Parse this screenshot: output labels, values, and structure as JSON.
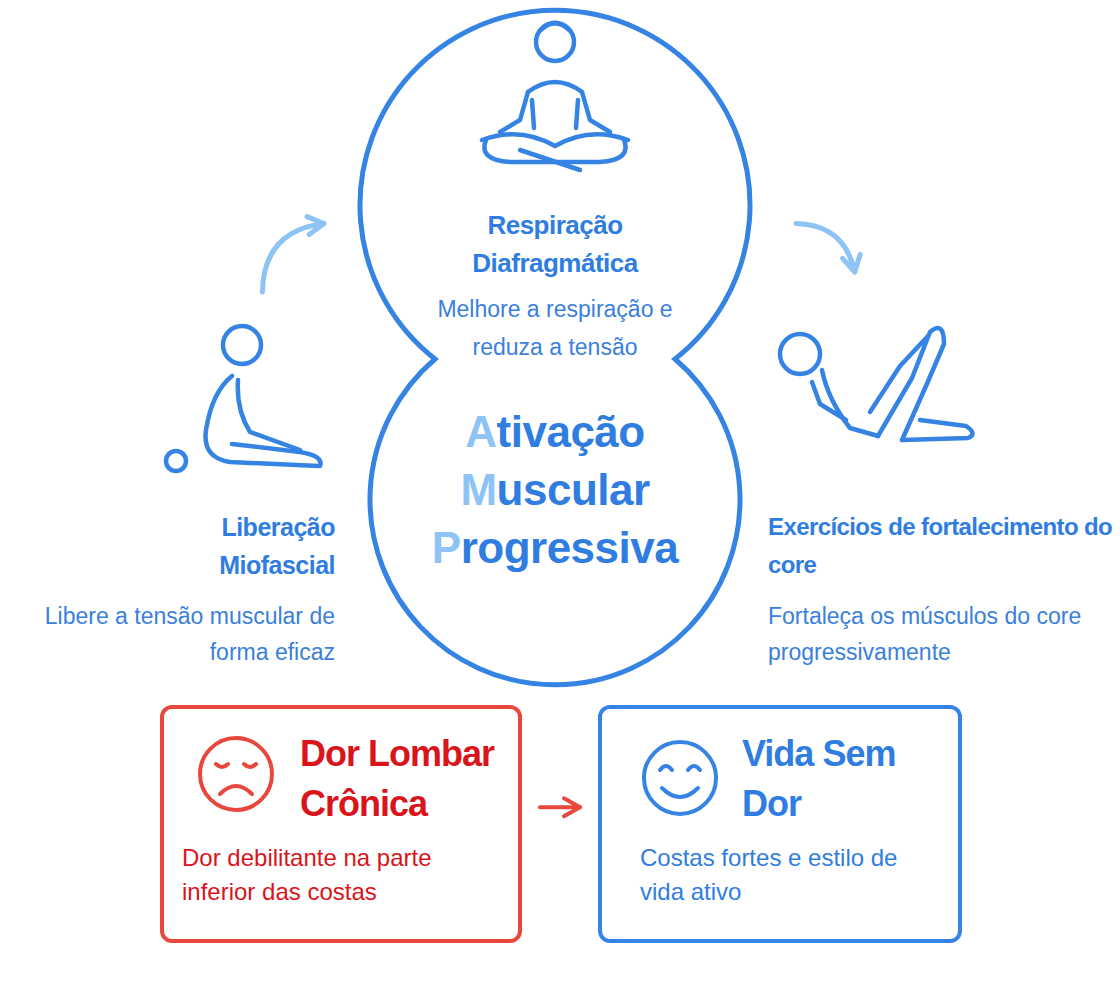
{
  "diagram": {
    "nodes": [
      {
        "text": [
          "Respiração Diafragmática",
          "Melhore a respiração e reduza a tensão"
        ]
      },
      {
        "text": [
          "Ativação Muscular Progressiva"
        ]
      },
      {
        "text": [
          "Liberação Miofascial",
          "Libere a tensão muscular de forma eficaz"
        ]
      },
      {
        "text": [
          "Exercícios de fortalecimento do core",
          "Fortaleça os músculos do core progressivamente"
        ]
      },
      {
        "text": [
          "Dor Lombar Crônica",
          "Dor debilitante na parte inferior das costas"
        ]
      },
      {
        "text": [
          "Vida Sem Dor",
          "Costas fortes e estilo de vida ativo"
        ]
      }
    ],
    "edges": [
      {
        "from": 2,
        "to": 0,
        "arrow": "to"
      },
      {
        "from": 0,
        "to": 3,
        "arrow": "to"
      },
      {
        "from": 4,
        "to": 5,
        "arrow": "to"
      }
    ]
  }
}
